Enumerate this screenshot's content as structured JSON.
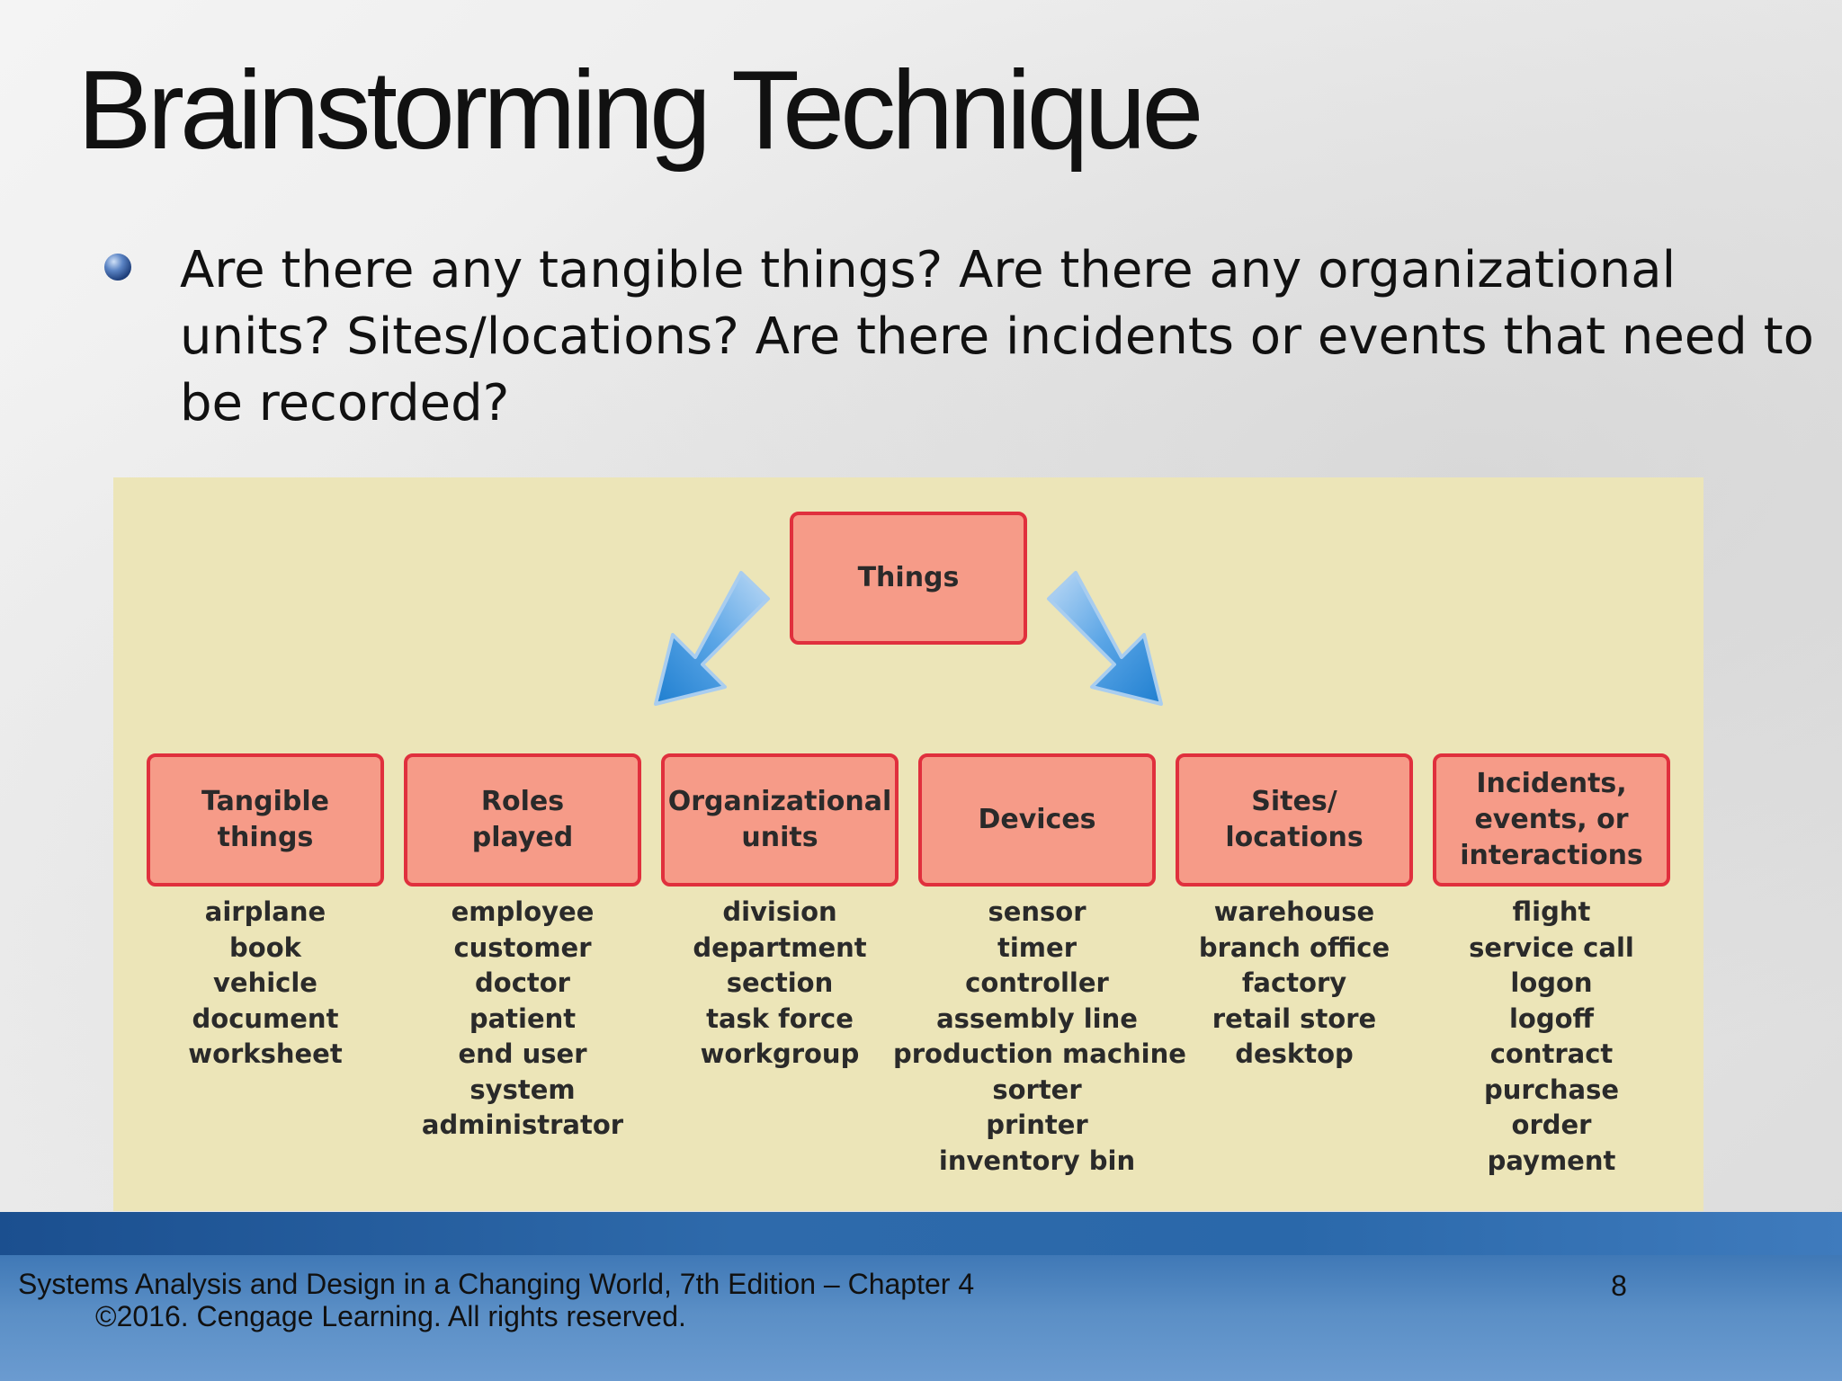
{
  "slide": {
    "title": "Brainstorming Technique",
    "bullet": "Are there any tangible things? Are there any organizational units? Sites/locations? Are there incidents or events that need to be recorded?"
  },
  "diagram": {
    "root": "Things",
    "categories": [
      {
        "label": "Tangible\nthings",
        "items": [
          "airplane",
          "book",
          "vehicle",
          "document",
          "worksheet"
        ]
      },
      {
        "label": "Roles\nplayed",
        "items": [
          "employee",
          "customer",
          "doctor",
          "patient",
          "end user",
          "system",
          "administrator"
        ]
      },
      {
        "label": "Organizational\nunits",
        "items": [
          "division",
          "department",
          "section",
          "task force",
          "workgroup"
        ]
      },
      {
        "label": "Devices",
        "items": [
          "sensor",
          "timer",
          "controller",
          "assembly line",
          "production machine",
          "sorter",
          "printer",
          "inventory bin"
        ]
      },
      {
        "label": "Sites/\nlocations",
        "items": [
          "warehouse",
          "branch office",
          "factory",
          "retail store",
          "desktop"
        ]
      },
      {
        "label": "Incidents,\nevents, or\ninteractions",
        "items": [
          "flight",
          "service call",
          "logon",
          "logoff",
          "contract",
          "purchase",
          "order",
          "payment"
        ]
      }
    ],
    "colors": {
      "box_fill": "#f69b88",
      "box_border": "#e0303d",
      "background": "#ece5b8",
      "arrow": "#3a8fd6"
    }
  },
  "footer": {
    "line1": "Systems Analysis and Design in a Changing World, 7th Edition – Chapter 4",
    "line2": "©2016. Cengage Learning. All rights reserved.",
    "page": "8"
  }
}
